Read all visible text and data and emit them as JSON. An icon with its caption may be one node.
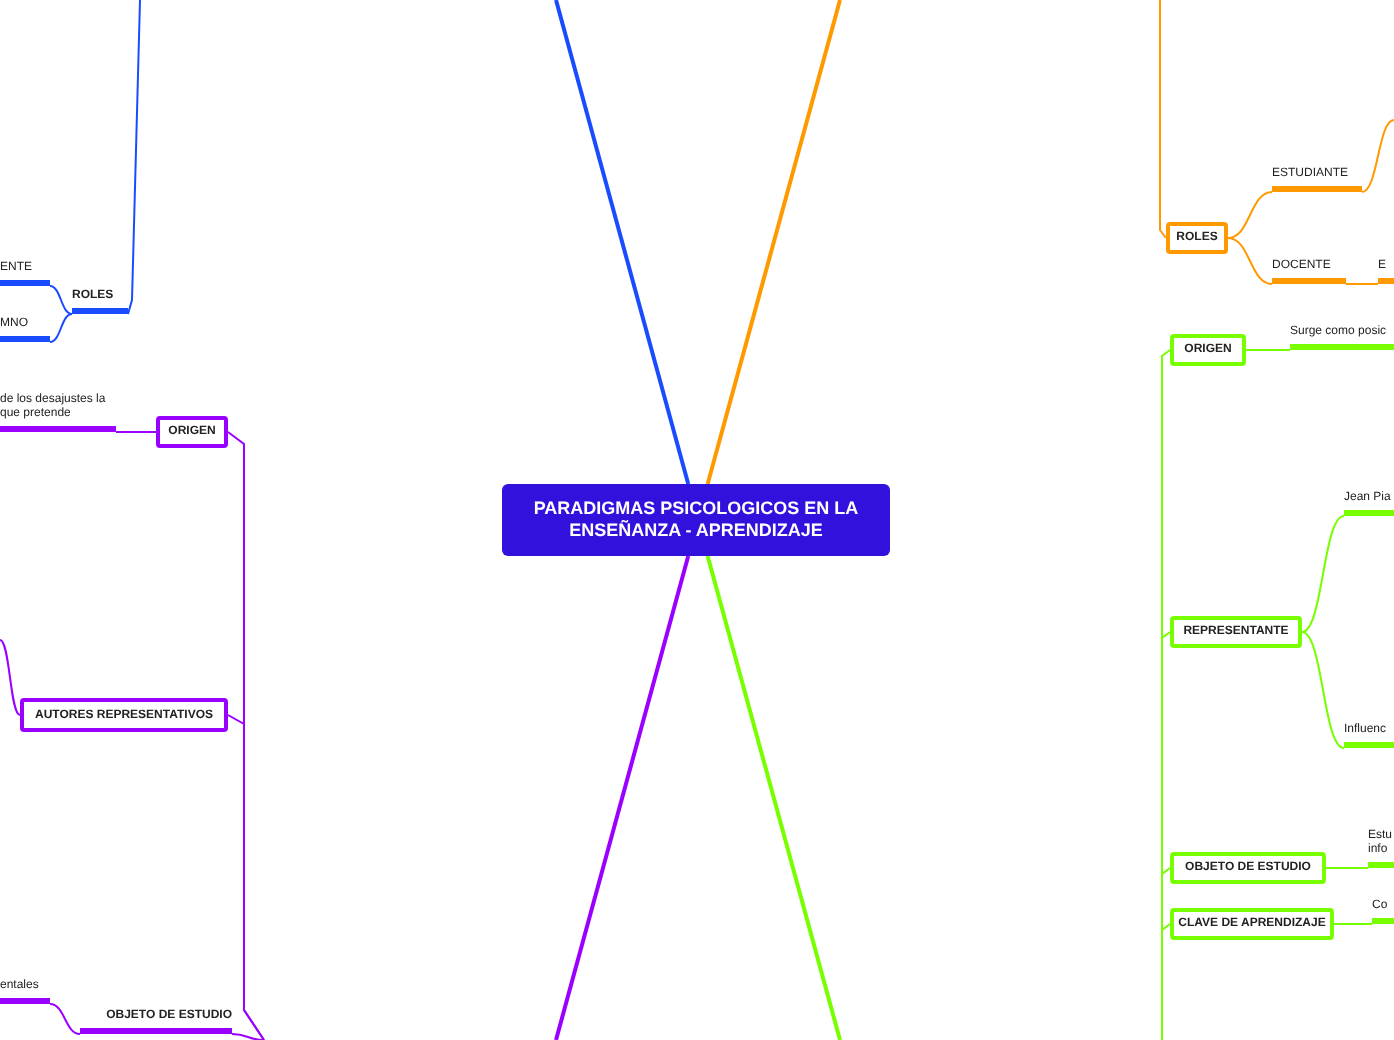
{
  "diagram": {
    "nodes": [
      {
        "text": [
          "PARADIGMAS PSICOLOGICOS EN LA ENSEÑANZA - APRENDIZAJE"
        ]
      },
      {
        "text": [
          "ROLES"
        ]
      },
      {
        "text": [
          "ENTE"
        ]
      },
      {
        "text": [
          "MNO"
        ]
      },
      {
        "text": [
          "ORIGEN"
        ]
      },
      {
        "text": [
          "de los desajustes la que pretende"
        ]
      },
      {
        "text": [
          "AUTORES REPRESENTATIVOS"
        ]
      },
      {
        "text": [
          "OBJETO DE ESTUDIO"
        ]
      },
      {
        "text": [
          "entales"
        ]
      },
      {
        "text": [
          "ROLES"
        ]
      },
      {
        "text": [
          "ESTUDIANTE"
        ]
      },
      {
        "text": [
          "DOCENTE"
        ]
      },
      {
        "text": [
          "E"
        ]
      },
      {
        "text": [
          "ORIGEN"
        ]
      },
      {
        "text": [
          "Surge como posic"
        ]
      },
      {
        "text": [
          "REPRESENTANTE"
        ]
      },
      {
        "text": [
          "Jean Pia"
        ]
      },
      {
        "text": [
          "Influenc"
        ]
      },
      {
        "text": [
          "OBJETO DE ESTUDIO"
        ]
      },
      {
        "text": [
          "Estu info"
        ]
      },
      {
        "text": [
          "CLAVE DE APRENDIZAJE"
        ]
      },
      {
        "text": [
          "Co"
        ]
      }
    ],
    "edges": [
      {
        "from": 0,
        "to": null,
        "arrow": "none",
        "color": "#1a4cff"
      },
      {
        "from": 0,
        "to": null,
        "arrow": "none",
        "color": "#ff9900"
      },
      {
        "from": 0,
        "to": null,
        "arrow": "none",
        "color": "#9900ff"
      },
      {
        "from": 0,
        "to": null,
        "arrow": "none",
        "color": "#77ff00"
      },
      {
        "from": null,
        "to": 1,
        "arrow": "none",
        "color": "#1a4cff"
      },
      {
        "from": 1,
        "to": 2,
        "arrow": "none",
        "color": "#1a4cff"
      },
      {
        "from": 1,
        "to": 3,
        "arrow": "none",
        "color": "#1a4cff"
      },
      {
        "from": 4,
        "to": 5,
        "arrow": "none",
        "color": "#9900ff"
      },
      {
        "from": null,
        "to": 4,
        "arrow": "none",
        "color": "#9900ff"
      },
      {
        "from": null,
        "to": 6,
        "arrow": "none",
        "color": "#9900ff"
      },
      {
        "from": null,
        "to": 7,
        "arrow": "none",
        "color": "#9900ff"
      },
      {
        "from": 6,
        "to": null,
        "arrow": "none",
        "color": "#9900ff"
      },
      {
        "from": 7,
        "to": 8,
        "arrow": "none",
        "color": "#9900ff"
      },
      {
        "from": null,
        "to": 9,
        "arrow": "none",
        "color": "#ff9900"
      },
      {
        "from": 9,
        "to": 10,
        "arrow": "none",
        "color": "#ff9900"
      },
      {
        "from": 9,
        "to": 11,
        "arrow": "none",
        "color": "#ff9900"
      },
      {
        "from": 11,
        "to": 12,
        "arrow": "none",
        "color": "#ff9900"
      },
      {
        "from": 10,
        "to": null,
        "arrow": "none",
        "color": "#ff9900"
      },
      {
        "from": null,
        "to": 13,
        "arrow": "none",
        "color": "#77ff00"
      },
      {
        "from": null,
        "to": 15,
        "arrow": "none",
        "color": "#77ff00"
      },
      {
        "from": null,
        "to": 18,
        "arrow": "none",
        "color": "#77ff00"
      },
      {
        "from": null,
        "to": 20,
        "arrow": "none",
        "color": "#77ff00"
      },
      {
        "from": 13,
        "to": 14,
        "arrow": "none",
        "color": "#77ff00"
      },
      {
        "from": 15,
        "to": 16,
        "arrow": "none",
        "color": "#77ff00"
      },
      {
        "from": 15,
        "to": 17,
        "arrow": "none",
        "color": "#77ff00"
      },
      {
        "from": 18,
        "to": 19,
        "arrow": "none",
        "color": "#77ff00"
      },
      {
        "from": 20,
        "to": 21,
        "arrow": "none",
        "color": "#77ff00"
      }
    ]
  }
}
